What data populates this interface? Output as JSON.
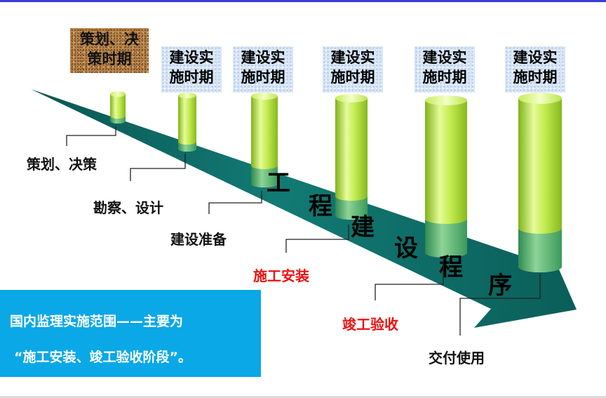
{
  "periods": {
    "plan": [
      "策划、决",
      "策时期"
    ],
    "build": [
      "建设实",
      "施时期"
    ]
  },
  "phases": [
    {
      "label": "策划、决策",
      "highlight": false
    },
    {
      "label": "勘察、设计",
      "highlight": false
    },
    {
      "label": "建设准备",
      "highlight": false
    },
    {
      "label": "施工安装",
      "highlight": true
    },
    {
      "label": "竣工验收",
      "highlight": true
    },
    {
      "label": "交付使用",
      "highlight": false
    }
  ],
  "arrow_text": [
    "工",
    "程",
    "建",
    "设",
    "程",
    "序"
  ],
  "note": {
    "line1": "国内监理实施范围——主要为",
    "line2": "“施工安装、竣工验收阶段”。"
  },
  "colors": {
    "arrow": "#0c6f69",
    "cylinder": "#b8e23c",
    "highlight_text": "#ee1111",
    "note_box": "#0aa8e6"
  }
}
